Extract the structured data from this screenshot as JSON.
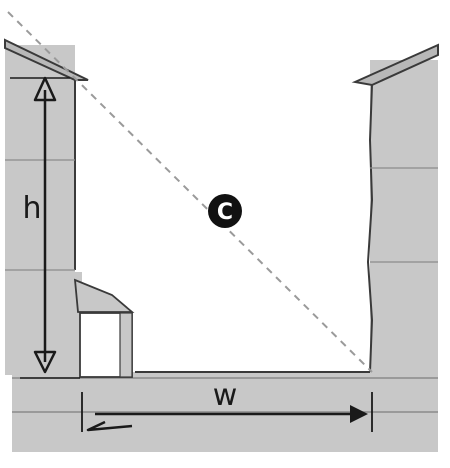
{
  "labels": {
    "height": "h",
    "width": "w",
    "angle_marker": "C"
  },
  "colors": {
    "building": "#c8c8c8",
    "ground": "#c8c8c8",
    "outline": "#3a3a3a",
    "sightline": "#9a9a9a",
    "arrow": "#1a1a1a",
    "marker_fill": "#111111",
    "marker_text": "#ffffff"
  }
}
